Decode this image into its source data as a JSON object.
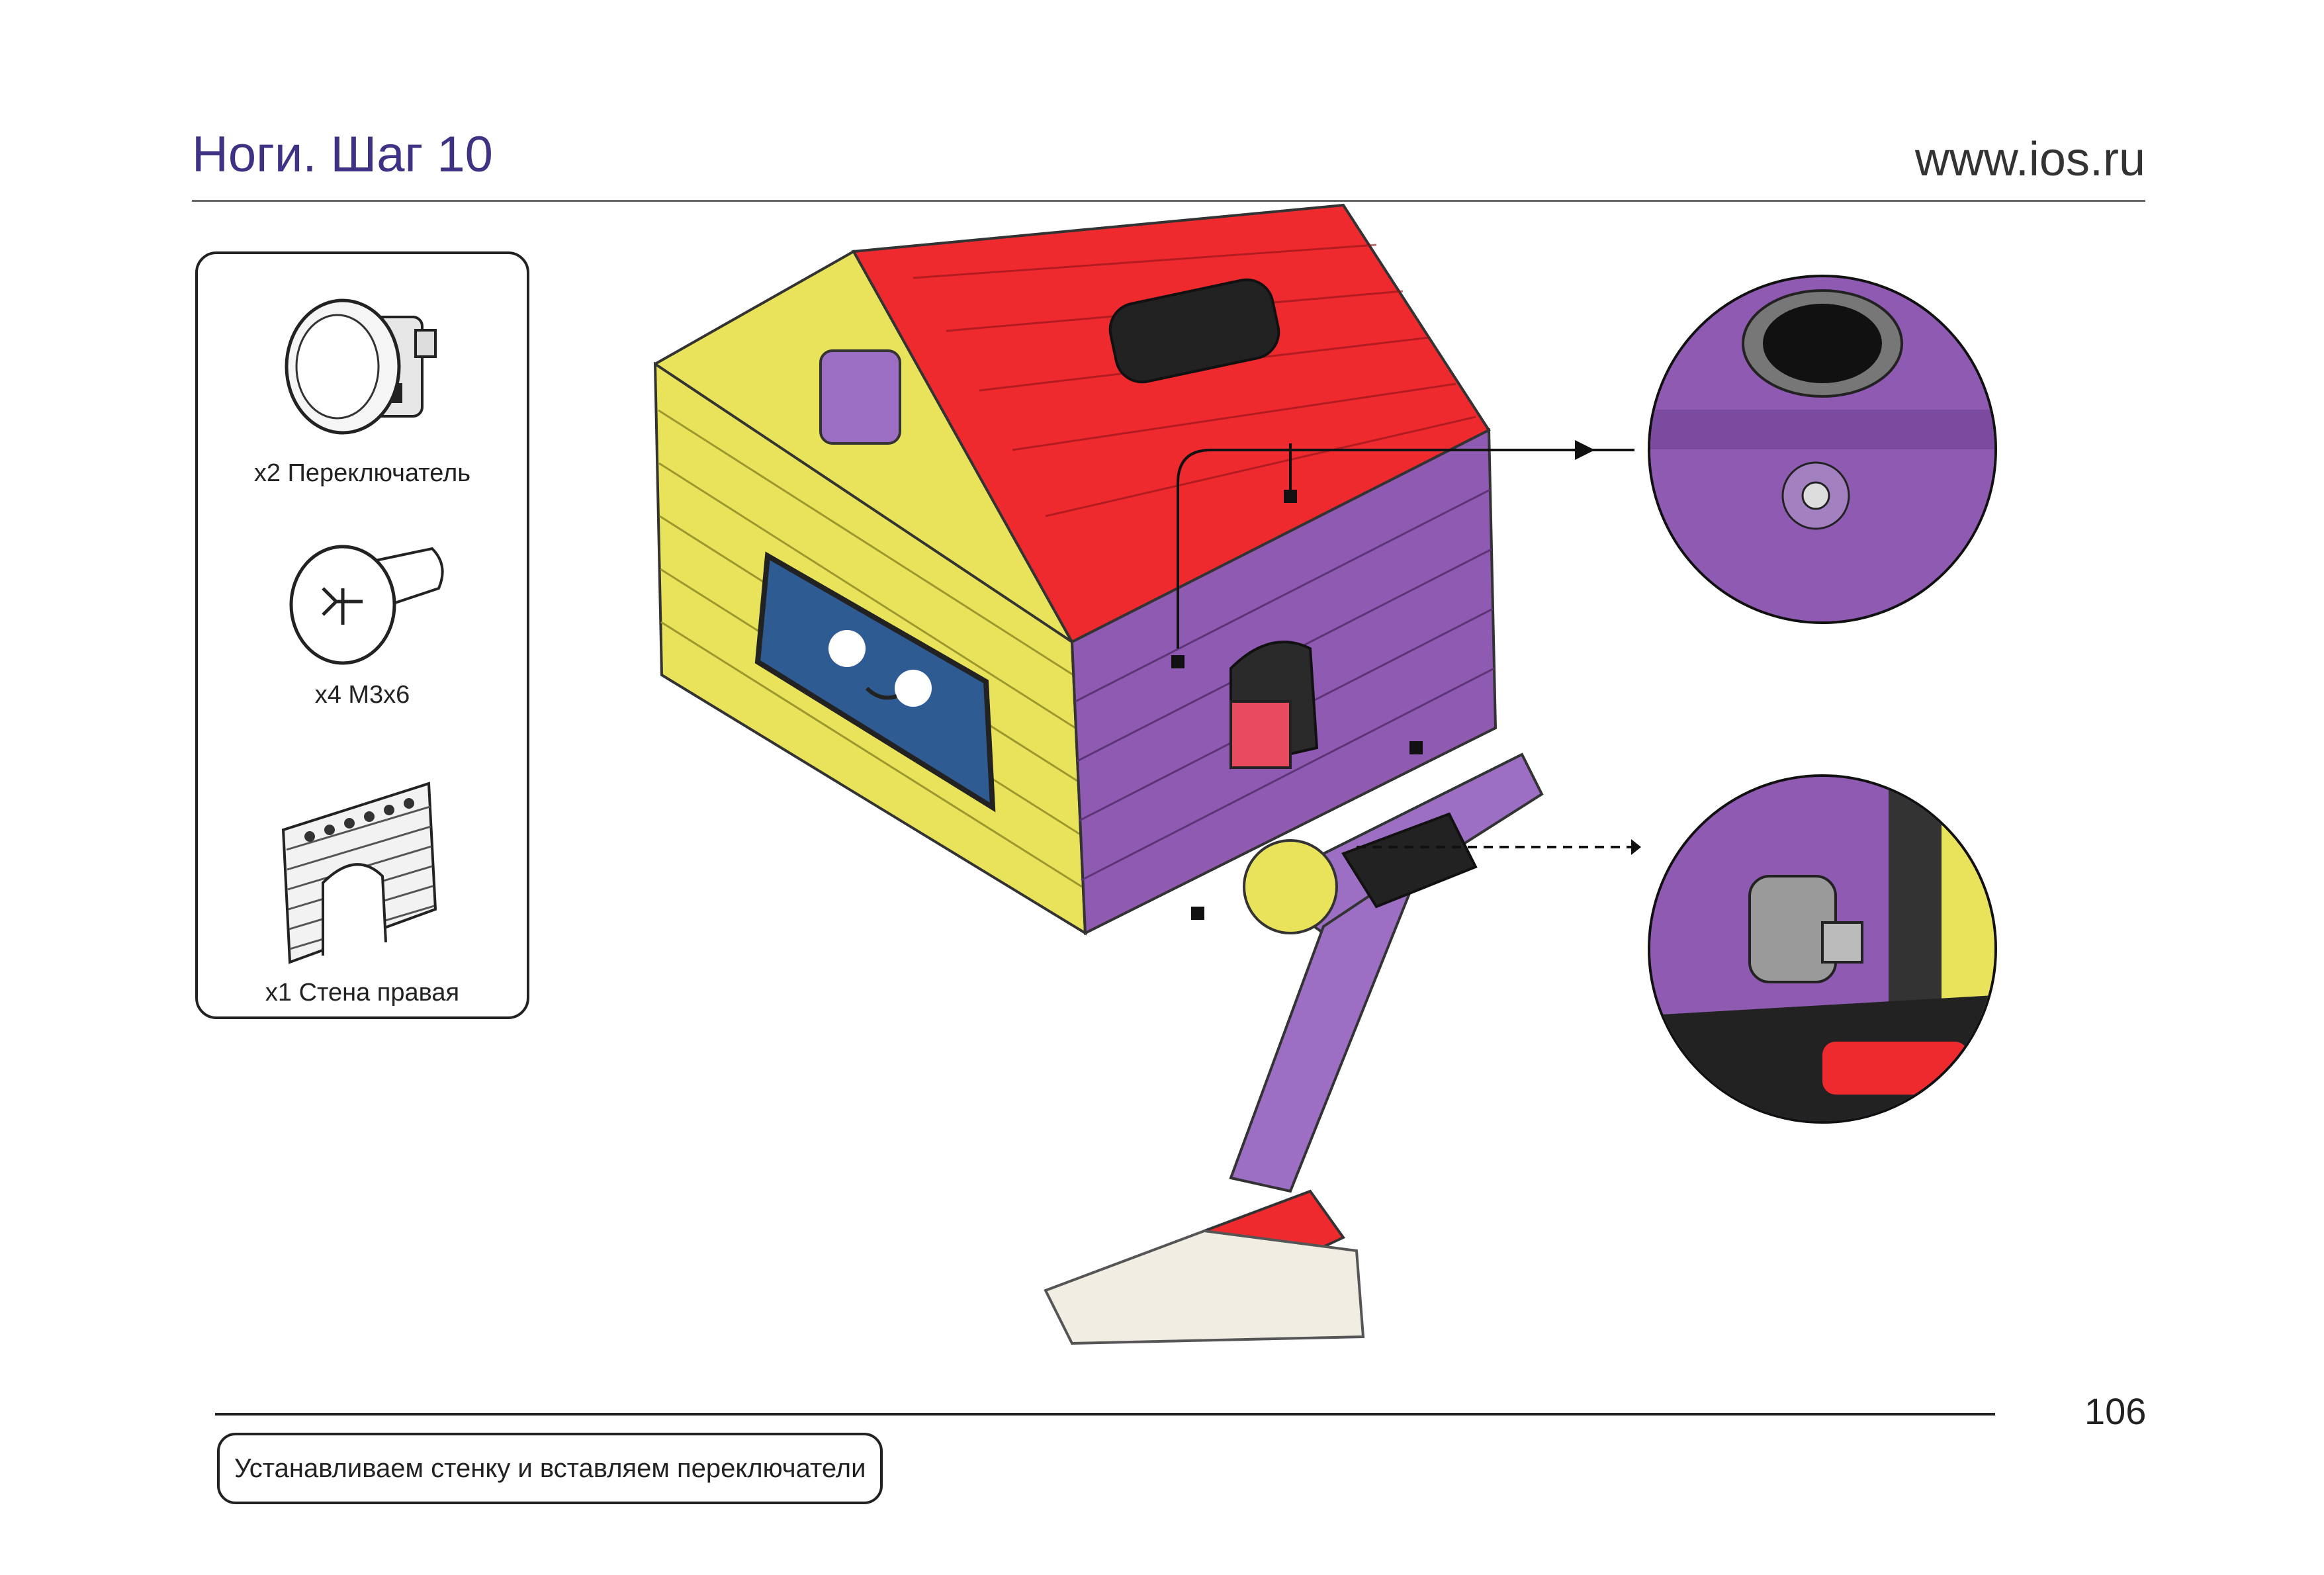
{
  "header": {
    "title": "Ноги. Шаг 10",
    "site": "www.ios.ru"
  },
  "parts": [
    {
      "label": "x2 Переключатель",
      "icon": "switch-icon"
    },
    {
      "label": "x4 M3x6",
      "icon": "screw-icon"
    },
    {
      "label": "x1 Стена правая",
      "icon": "wall-panel-icon"
    }
  ],
  "footer": {
    "page_number": "106",
    "caption": "Устанавливаем стенку и вставляем переключатели"
  },
  "colors": {
    "title": "#3d3283",
    "wall_yellow": "#e8e35a",
    "roof_red": "#ef2a2f",
    "wall_purple": "#8f5ab2",
    "screen_blue": "#2f5b93"
  }
}
